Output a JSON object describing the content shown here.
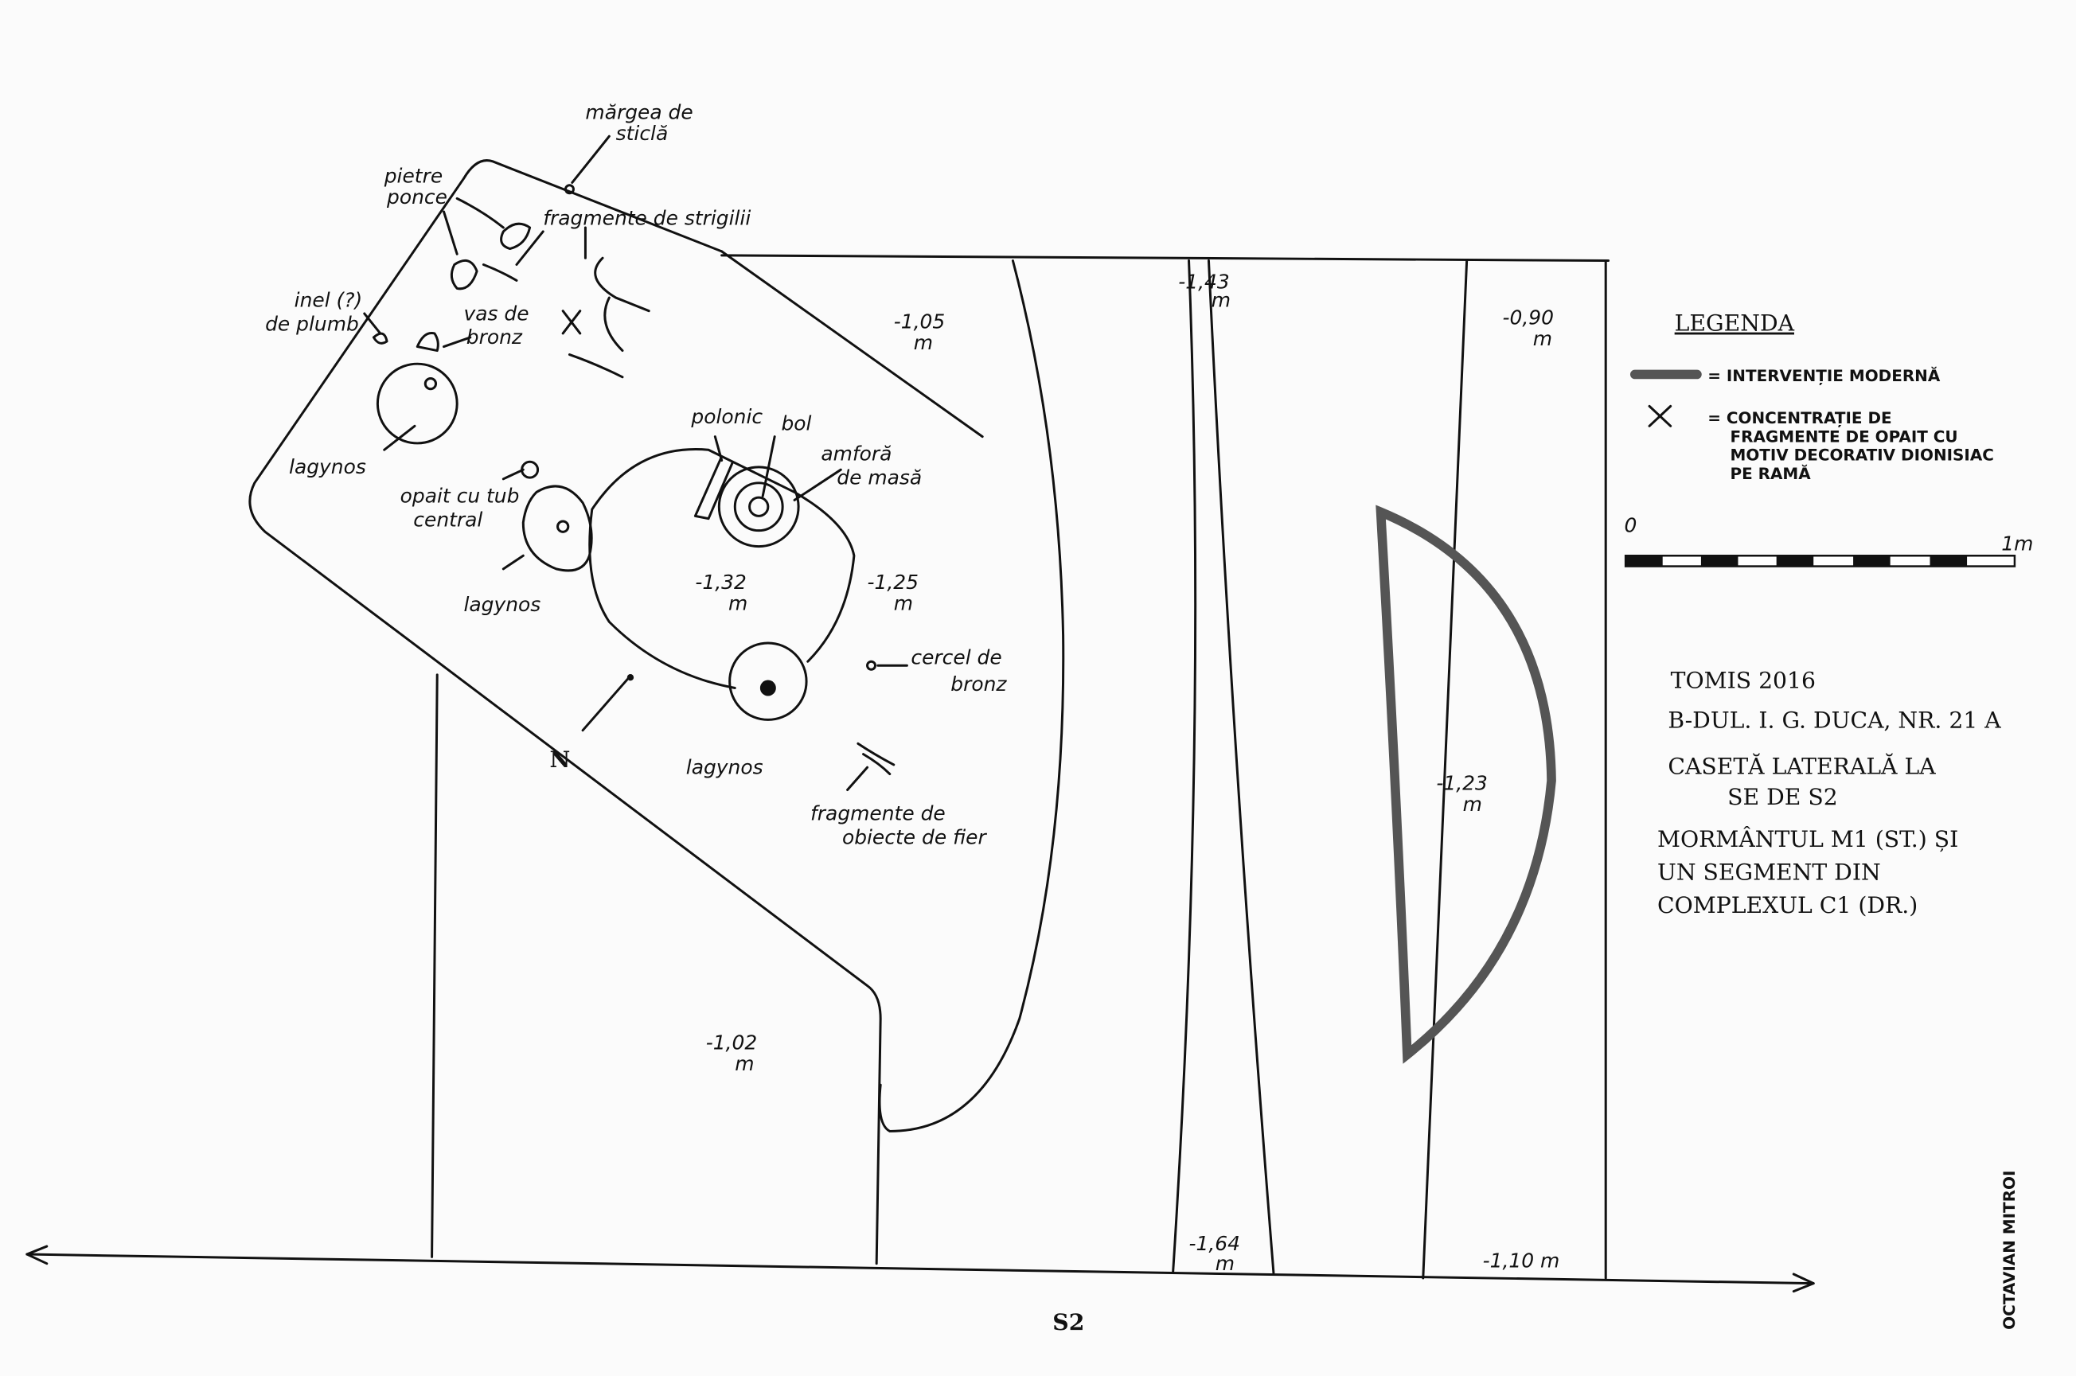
{
  "labels": {
    "margea": [
      "mărgea de",
      "sticlă"
    ],
    "pietre": [
      "pietre",
      "ponce"
    ],
    "strigilii": "fragmente de strigilii",
    "inel": [
      "inel (?)",
      "de plumb"
    ],
    "vas": [
      "vas de",
      "bronz"
    ],
    "lagynos_1": "lagynos",
    "lagynos_2": "lagynos",
    "lagynos_3": "lagynos",
    "opait": [
      "opait cu tub",
      "central"
    ],
    "polonic": "polonic",
    "bol": "bol",
    "amfora": [
      "amforă",
      "de masă"
    ],
    "cercel": [
      "cercel de",
      "bronz"
    ],
    "fier": [
      "fragmente de",
      "obiecte de fier"
    ],
    "north": "N"
  },
  "depths": {
    "d105": [
      "-1,05",
      "m"
    ],
    "d143": [
      "-1,43",
      "m"
    ],
    "d090": [
      "-0,90",
      "m"
    ],
    "d132": [
      "-1,32",
      "m"
    ],
    "d125": [
      "-1,25",
      "m"
    ],
    "d123": [
      "-1,23",
      "m"
    ],
    "d102": [
      "-1,02",
      "m"
    ],
    "d164": [
      "-1,64",
      "m"
    ],
    "d110": "-1,10 m"
  },
  "legend": {
    "title": "LEGENDA",
    "modern": "= INTERVENȚIE MODERNĂ",
    "concentration": [
      "= CONCENTRAȚIE DE",
      "FRAGMENTE DE OPAIT CU",
      "MOTIV DECORATIV DIONISIAC",
      "PE RAMĂ"
    ],
    "scale_start": "0",
    "scale_end": "1m",
    "modern_color": "#555555"
  },
  "info": {
    "lines": [
      "TOMIS 2016",
      "B-DUL. I. G. DUCA, NR. 21 A",
      "CASETĂ LATERALĂ LA",
      "SE DE S2",
      "MORMÂNTUL M1 (ST.) ȘI",
      "UN SEGMENT DIN",
      "COMPLEXUL C1 (DR.)"
    ]
  },
  "section_label": "S2",
  "author": "OCTAVIAN MITROI"
}
